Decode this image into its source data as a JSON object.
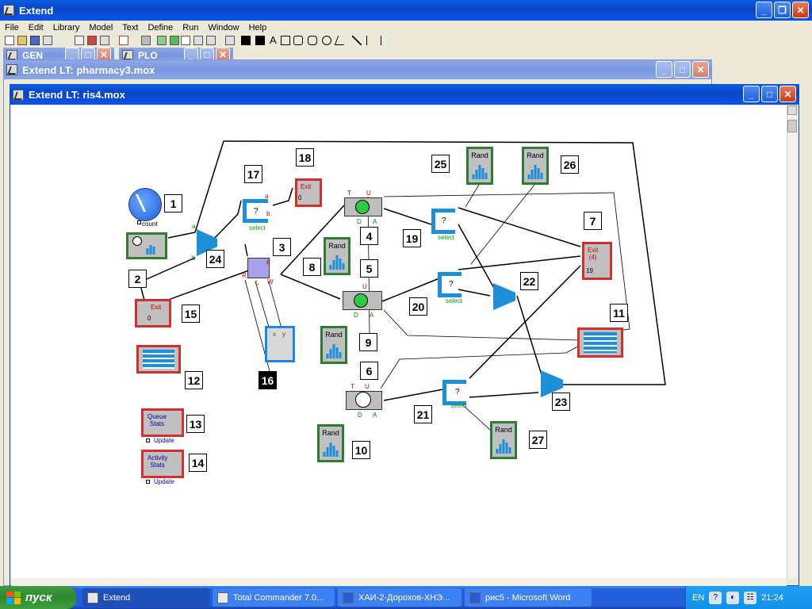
{
  "app": {
    "title": "Extend"
  },
  "menu": [
    "File",
    "Edit",
    "Library",
    "Model",
    "Text",
    "Define",
    "Run",
    "Window",
    "Help"
  ],
  "windows": {
    "gen": "GEN",
    "plo": "PLO",
    "pharmacy": "Extend LT: pharmacy3.mox",
    "model": "Extend LT: ris4.mox"
  },
  "blocks": {
    "exit_label": "Exit",
    "exit4_label": "Exit\n(4)",
    "rand_label": "Rand",
    "count_label": "count",
    "select_label": "select",
    "queue_stats": "Queue\nStats",
    "activity_stats": "Activity\nStats",
    "update_label": "Update",
    "zero": "0",
    "nineteen": "19",
    "q_mark": "?"
  },
  "numbers": {
    "n1": "1",
    "n2": "2",
    "n3": "3",
    "n4": "4",
    "n5": "5",
    "n6": "6",
    "n7": "7",
    "n8": "8",
    "n9": "9",
    "n10": "10",
    "n11": "11",
    "n12": "12",
    "n13": "13",
    "n14": "14",
    "n15": "15",
    "n16": "16",
    "n17": "17",
    "n18": "18",
    "n19": "19",
    "n20": "20",
    "n21": "21",
    "n22": "22",
    "n23": "23",
    "n24": "24",
    "n25": "25",
    "n26": "26",
    "n27": "27"
  },
  "taskbar": {
    "start": "пуск",
    "tasks": [
      "Extend",
      "Total Commander 7.0...",
      "ХАИ-2-Дорохов-ХНЭ...",
      "рис5 - Microsoft Word"
    ],
    "lang": "EN",
    "time": "21:24"
  },
  "colors": {
    "title_active": "#0a4cd6",
    "canvas": "#ffffff",
    "green_block": "#2e7d32",
    "red_block": "#d32f2f",
    "blue_block": "#1e88e5"
  }
}
